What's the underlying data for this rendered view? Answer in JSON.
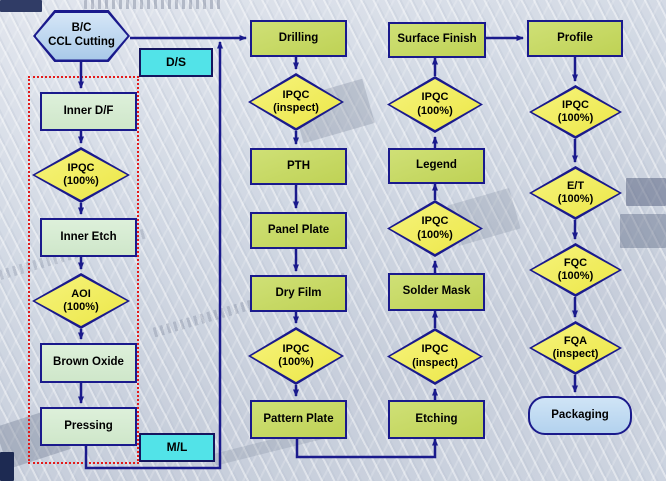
{
  "nodes": {
    "start": "B/C\nCCL Cutting",
    "inner_df": "Inner D/F",
    "ipqc_inner": "IPQC\n(100%)",
    "inner_etch": "Inner Etch",
    "aoi": "AOI\n(100%)",
    "brown_oxide": "Brown Oxide",
    "pressing": "Pressing",
    "drilling": "Drilling",
    "ipqc_drill": "IPQC\n(inspect)",
    "pth": "PTH",
    "panel_plate": "Panel Plate",
    "dry_film": "Dry Film",
    "ipqc_film": "IPQC\n(100%)",
    "pattern_plate": "Pattern Plate",
    "etching": "Etching",
    "ipqc_etch": "IPQC\n(inspect)",
    "solder_mask": "Solder Mask",
    "ipqc_mask": "IPQC\n(100%)",
    "legend": "Legend",
    "ipqc_legend": "IPQC\n(100%)",
    "surface_finish": "Surface Finish",
    "profile": "Profile",
    "ipqc_profile": "IPQC\n(100%)",
    "et": "E/T\n(100%)",
    "fqc": "FQC\n(100%)",
    "fqa": "FQA\n(inspect)",
    "packaging": "Packaging"
  },
  "tags": {
    "ds": "D/S",
    "ml": "M/L"
  },
  "colors": {
    "connector_navy": "#1a1a8c",
    "process_green": "#d5ecd0",
    "process_olive": "#c4d65e",
    "decision_yellow": "#efec55",
    "terminal_blue": "#bcd7f0",
    "tag_cyan": "#52e3e8",
    "group_outline_red": "#e31c1c"
  }
}
